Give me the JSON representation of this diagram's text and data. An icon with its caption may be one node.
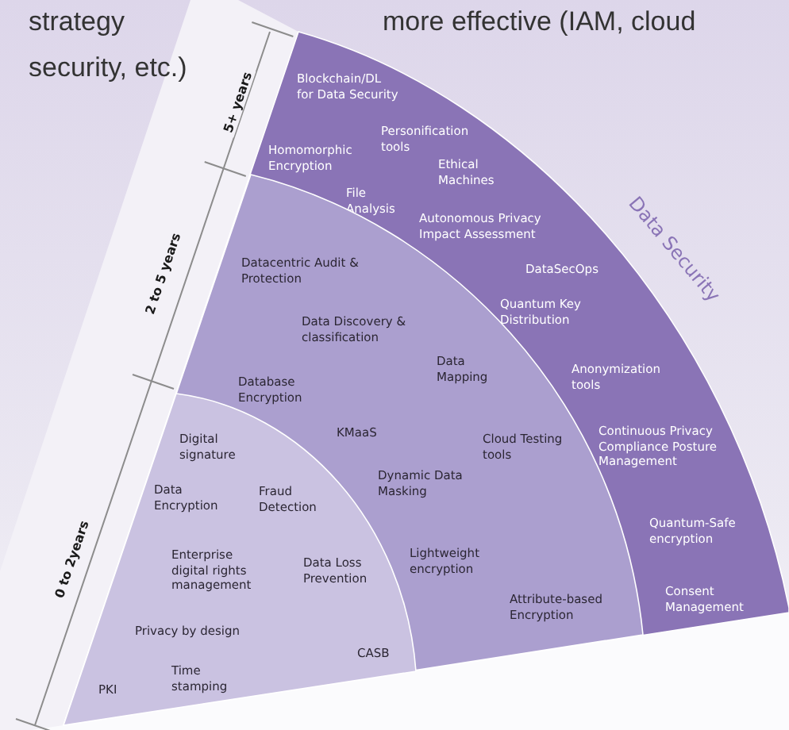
{
  "diagram": {
    "nodes": [
      {
        "text": [
          "Blockchain/DL for Data Security",
          "Personification tools",
          "Homomorphic Encryption",
          "Ethical Machines",
          "File Analysis",
          "Autonomous Privacy Impact Assessment",
          "DataSecOps",
          "Quantum Key Distribution",
          "Anonymization tools",
          "Continuous Privacy Compliance Posture Management",
          "Quantum-Safe encryption",
          "Consent Management"
        ]
      },
      {
        "in": 0,
        "text": [
          "Datacentric Audit & Protection",
          "Data Discovery & classification",
          "Data Mapping",
          "Database Encryption",
          "KMaaS",
          "Cloud Testing tools",
          "Dynamic Data Masking",
          "Lightweight encryption",
          "Attribute-based Encryption"
        ]
      },
      {
        "in": 1,
        "text": [
          "Digital signature",
          "Data Encryption",
          "Fraud Detection",
          "Enterprise digital rights management",
          "Data Loss Prevention",
          "Privacy by design",
          "CASB",
          "PKI",
          "Time stamping"
        ]
      }
    ],
    "labels": [
      "strategy",
      "more effective (IAM, cloud",
      "security, etc.)",
      "5+ years",
      "Data Security",
      "2 to 5 years",
      "0 to 2years"
    ]
  }
}
